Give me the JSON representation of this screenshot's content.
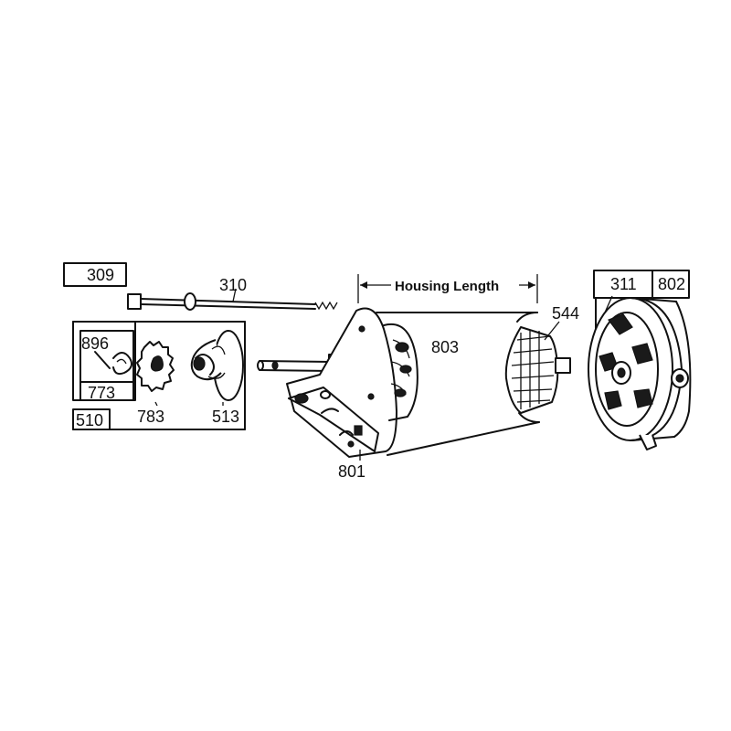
{
  "labels": {
    "p309": "309",
    "p310": "310",
    "p896": "896",
    "p773": "773",
    "p510": "510",
    "p783": "783",
    "p513": "513",
    "p801": "801",
    "p803": "803",
    "p544": "544",
    "p311": "311",
    "p802": "802"
  },
  "dimension": {
    "housing_length": "Housing Length"
  },
  "colors": {
    "ink": "#111111",
    "paper": "#ffffff"
  }
}
